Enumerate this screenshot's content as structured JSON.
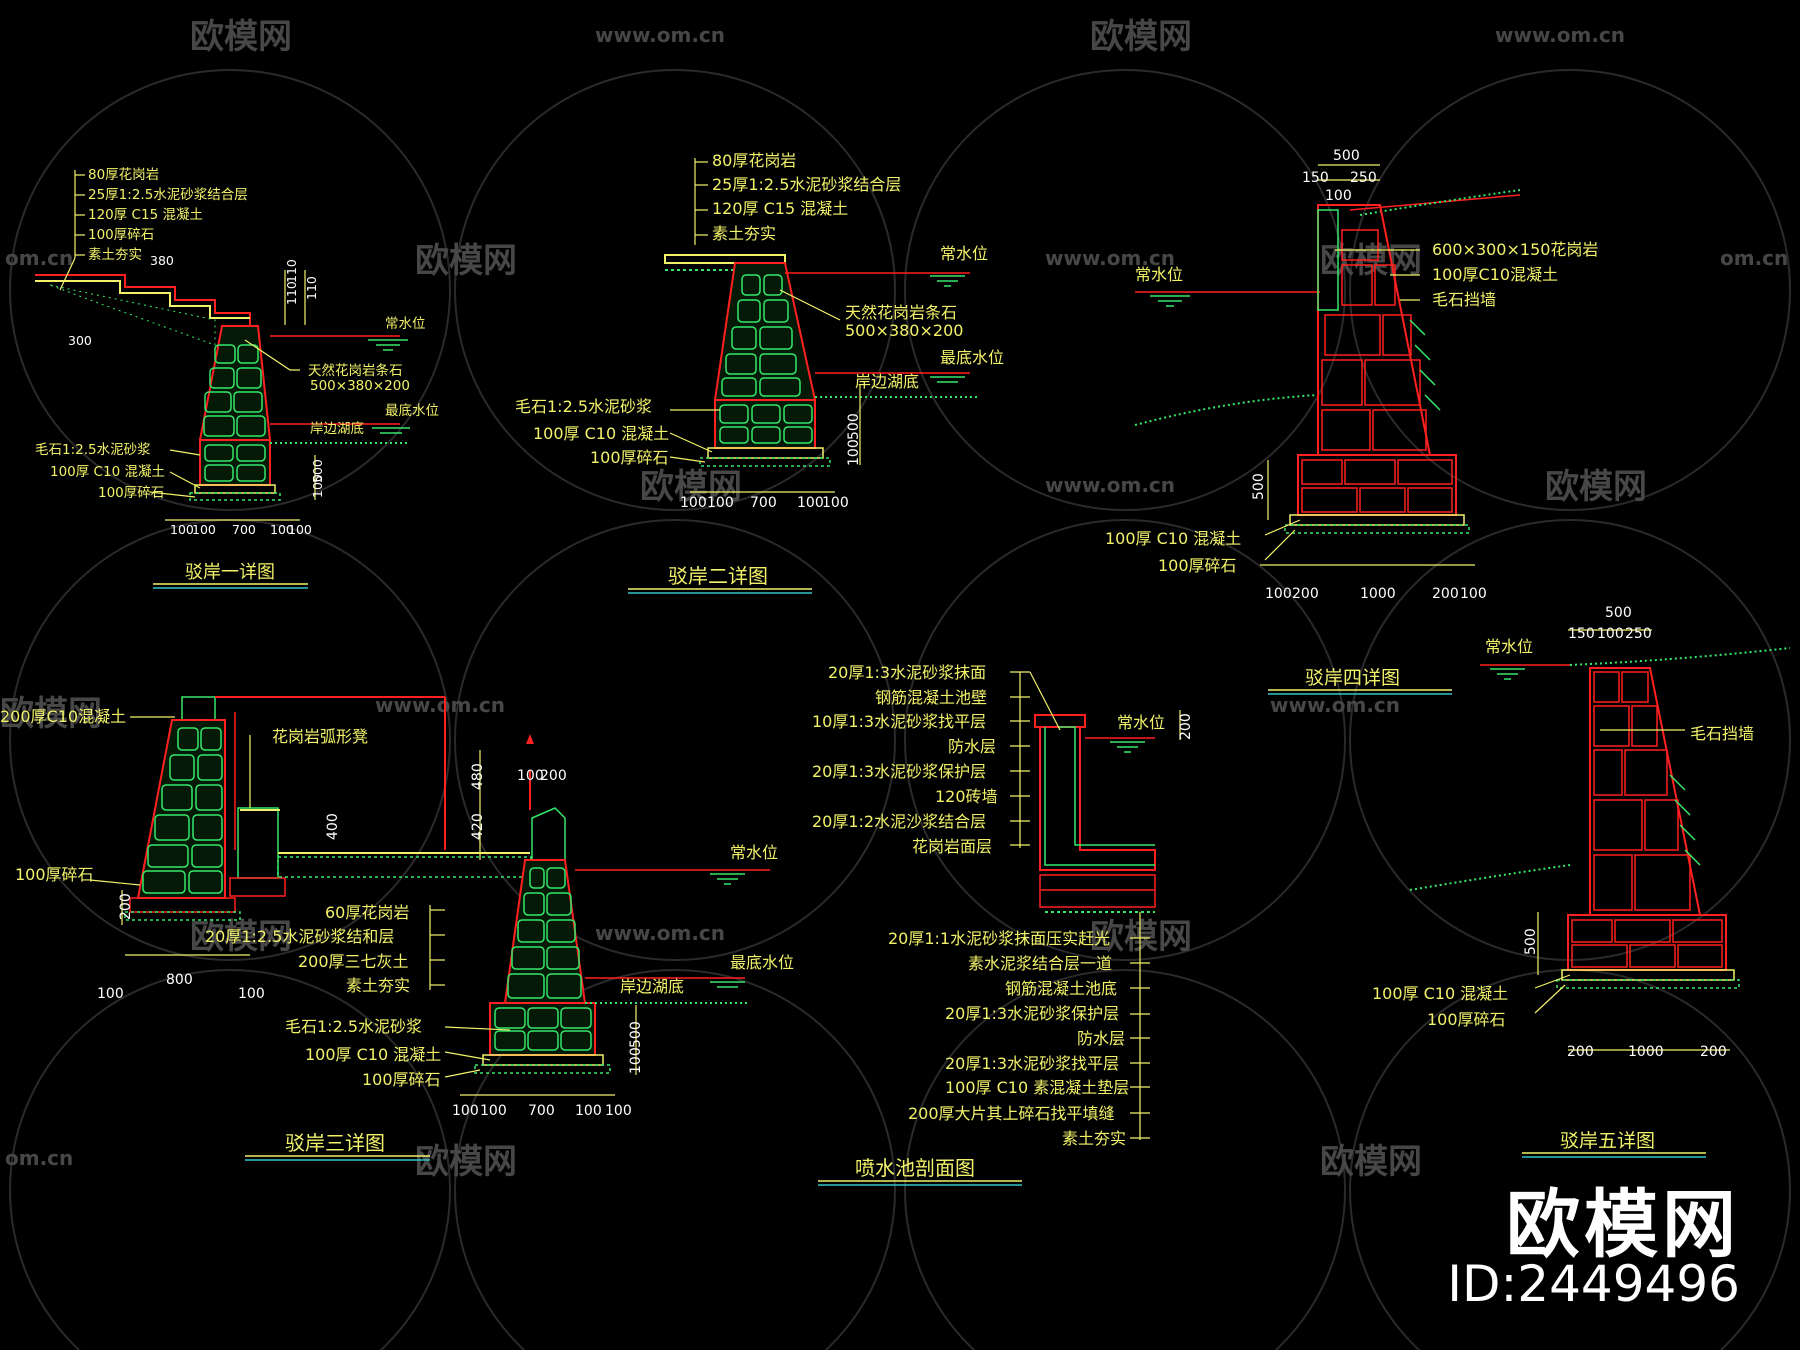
{
  "colors": {
    "yellow": "#f2f26a",
    "red": "#ff2020",
    "green": "#35e86a",
    "white": "#ffffff",
    "cyan": "#33c6c6",
    "watermark": "#4a4a4a"
  },
  "watermark": {
    "brand": "欧模网",
    "url": "www.om.cn",
    "url_short": "om.cn"
  },
  "brand": {
    "name": "欧模网",
    "id": "ID:2449496"
  },
  "water": {
    "normal": "常水位",
    "lowest": "最底水位",
    "lakebed": "岸边湖底"
  },
  "d1": {
    "title": "驳岸一详图",
    "layers": [
      "80厚花岗岩",
      "25厚1:2.5水泥砂浆结合层",
      "120厚 C15 混凝土",
      "100厚碎石",
      "素土夯实"
    ],
    "stone": "天然花岗岩条石",
    "stone_size": "500×380×200",
    "bottom": [
      "毛石1:2.5水泥砂浆",
      "100厚 C10 混凝土",
      "100厚碎石"
    ],
    "dims": [
      "380",
      "300",
      "110",
      "110",
      "110",
      "500",
      "100",
      "100",
      "100",
      "700",
      "100",
      "100",
      "100"
    ]
  },
  "d2": {
    "title": "驳岸二详图",
    "layers": [
      "80厚花岗岩",
      "25厚1:2.5水泥砂浆结合层",
      "120厚 C15 混凝土",
      "素土夯实"
    ],
    "stone": "天然花岗岩条石",
    "stone_size": "500×380×200",
    "bottom": [
      "毛石1:2.5水泥砂浆",
      "100厚 C10 混凝土",
      "100厚碎石"
    ],
    "dims": [
      "500",
      "100",
      "100",
      "100",
      "700",
      "100",
      "100"
    ]
  },
  "d3": {
    "title": "驳岸三详图",
    "top_label": "200厚C10混凝土",
    "bench": "花岗岩弧形凳",
    "left_bottom": "100厚碎石",
    "paving": [
      "60厚花岗岩",
      "20厚1:2.5水泥砂浆结和层",
      "200厚三七灰土",
      "素土夯实"
    ],
    "bottom": [
      "毛石1:2.5水泥砂浆",
      "100厚 C10 混凝土",
      "100厚碎石"
    ],
    "dims": [
      "480",
      "420",
      "400",
      "100",
      "200",
      "200",
      "100",
      "800",
      "100",
      "500",
      "100",
      "100",
      "100",
      "700",
      "100",
      "100"
    ]
  },
  "d4": {
    "title": "驳岸四详图",
    "right": [
      "600×300×150花岗岩",
      "100厚C10混凝土",
      "毛石挡墙"
    ],
    "bottom": [
      "100厚 C10 混凝土",
      "100厚碎石"
    ],
    "dims": [
      "500",
      "150",
      "250",
      "100",
      "500",
      "100",
      "200",
      "1000",
      "200",
      "100"
    ]
  },
  "d5": {
    "title": "驳岸五详图",
    "right": "毛石挡墙",
    "bottom": [
      "100厚 C10 混凝土",
      "100厚碎石"
    ],
    "dims": [
      "500",
      "150",
      "100",
      "250",
      "500",
      "200",
      "1000",
      "200"
    ]
  },
  "pool": {
    "title": "喷水池剖面图",
    "wall_layers": [
      "20厚1:3水泥砂浆抹面",
      "钢筋混凝土池壁",
      "10厚1:3水泥砂浆找平层",
      "防水层",
      "20厚1:3水泥砂浆保护层",
      "120砖墙",
      "20厚1:2水泥沙浆结合层",
      "花岗岩面层"
    ],
    "base_layers": [
      "20厚1:1水泥砂浆抹面压实赶光",
      "素水泥浆结合层一道",
      "钢筋混凝土池底",
      "20厚1:3水泥砂浆保护层",
      "防水层",
      "20厚1:3水泥砂浆找平层",
      "100厚 C10 素混凝土垫层",
      "200厚大片其上碎石找平填缝",
      "素土夯实"
    ],
    "dims": [
      "200"
    ]
  }
}
